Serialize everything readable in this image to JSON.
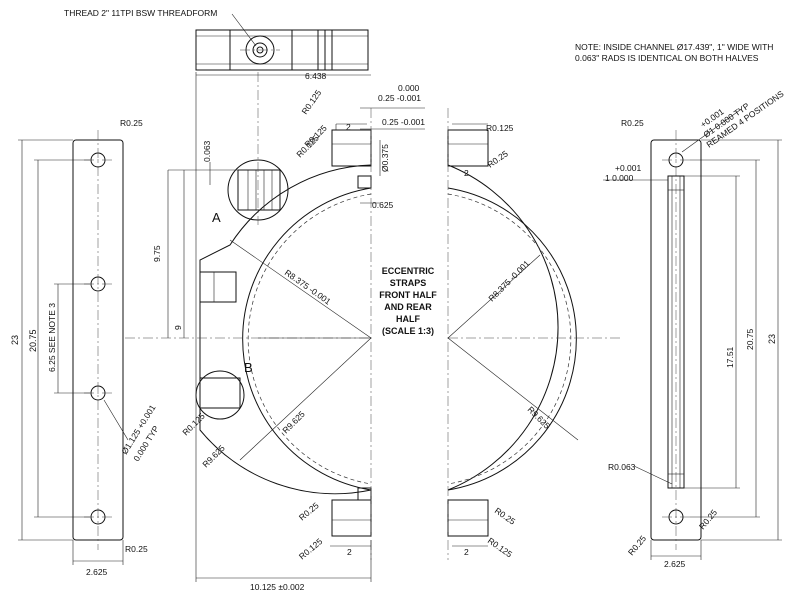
{
  "notes": {
    "thread": "THREAD 2\" 11TPI BSW THREADFORM",
    "inside_channel_1": "NOTE: INSIDE CHANNEL Ø17.439\", 1\" WIDE WITH",
    "inside_channel_2": "0.063\" RADS IS IDENTICAL ON BOTH HALVES"
  },
  "title": {
    "l1": "ECCENTRIC",
    "l2": "STRAPS",
    "l3": "FRONT HALF",
    "l4": "AND REAR",
    "l5": "HALF",
    "l6": "(SCALE 1:3)"
  },
  "details": {
    "a": "A",
    "b": "B"
  },
  "dims": {
    "d6438": "6.438",
    "tol_000": "0.000",
    "tol_025a": "0.25 -0.001",
    "tol_025b": "0.25 -0.001",
    "r0125_a": "R0.125",
    "r0125_b": "R0.125",
    "r0125_c": "R0.125",
    "r0125_d": "R0.125",
    "r0125_e": "R0.125",
    "r0125_f": "R0.125",
    "r0125_g": "R0.125",
    "two_a": "2",
    "two_b": "2",
    "two_c": "2",
    "two_d": "2",
    "d0375": "Ø0.375",
    "d0625": "0.625",
    "d0063": "0.063",
    "d975": "9.75",
    "d9": "9",
    "r8375_l": "R8.375 -0.001",
    "r8375_r": "R8.375 -0.001",
    "r9625_l": "R9.625",
    "r9625_r": "R9.625",
    "r9625_s": "R9.625",
    "d625n3": "6.25 SEE NOTE 3",
    "d2075_l": "20.75",
    "d23_l": "23",
    "hole_l1": "Ø1.125 +0.001",
    "hole_l2": "0.000 TYP",
    "r025_a": "R0.25",
    "r025_b": "R0.25",
    "r025_c": "R0.25",
    "r025_d": "R0.25",
    "r025_e": "R0.25",
    "r025_f": "R0.25",
    "r025_g": "R0.25",
    "r025_h": "R0.25",
    "d2625_l": "2.625",
    "d2625_r": "2.625",
    "d10125": "10.125 ±0.002",
    "hole_r1": "+0.001",
    "hole_r2": "Ø1  0.000 TYP",
    "hole_r3": "REAMED 4 POSITIONS",
    "ch_1": "+0.001",
    "ch_2": "1  0.000",
    "d1751": "17.51",
    "d2075_r": "20.75",
    "d23_r": "23",
    "r0063": "R0.063"
  }
}
